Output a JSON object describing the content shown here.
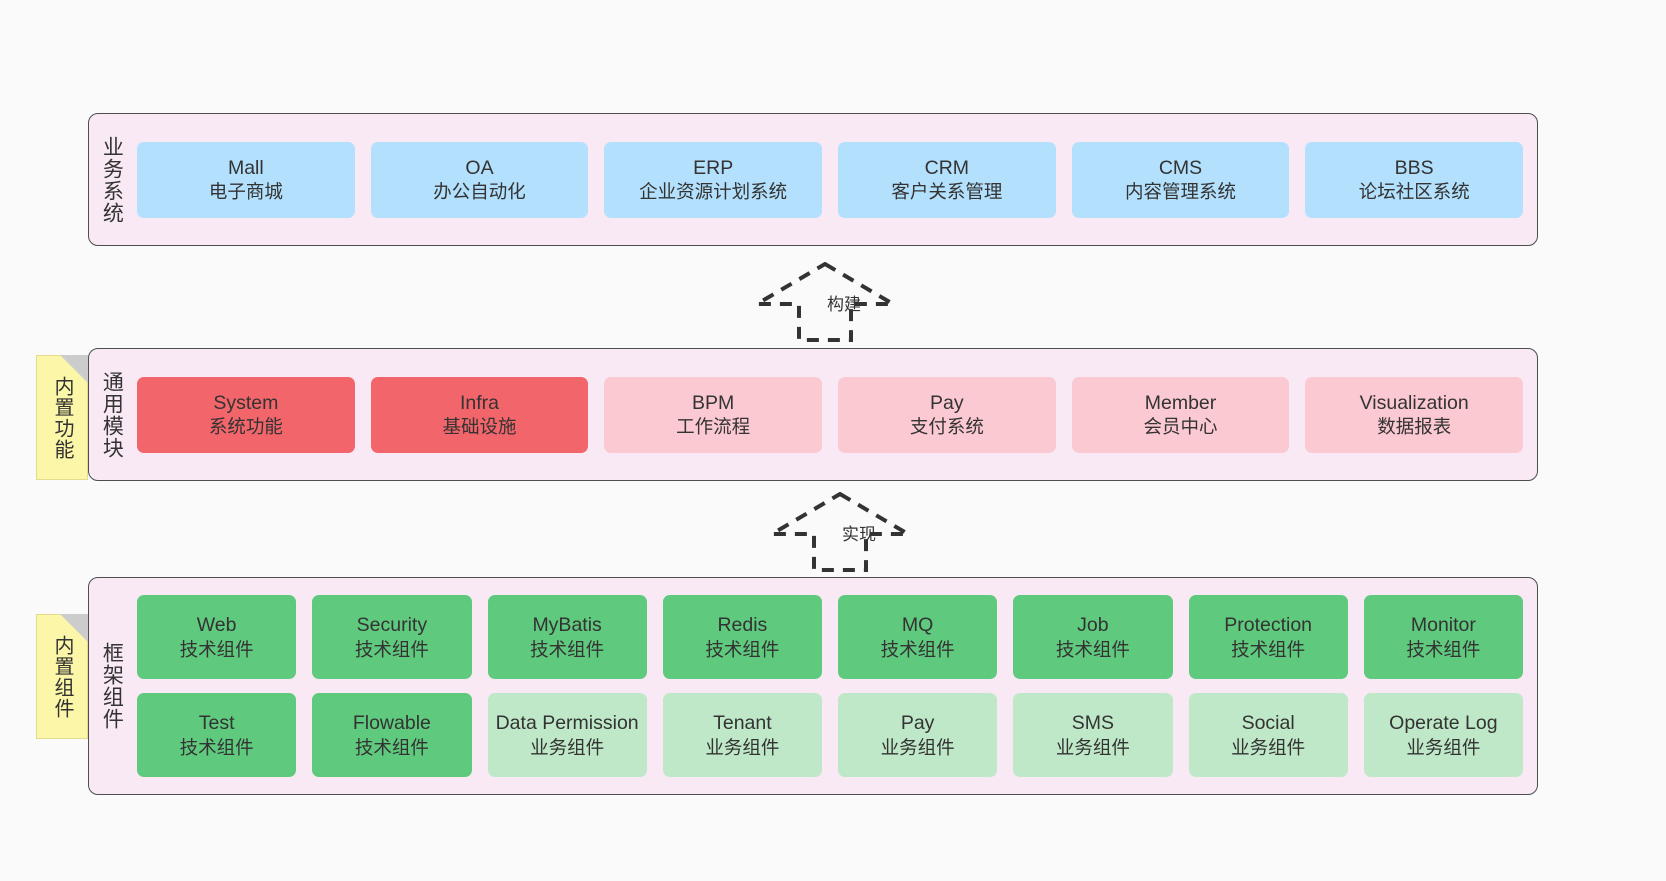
{
  "diagram": {
    "title": "",
    "background": "#fafafa",
    "colors": {
      "panel_bg": "#f8e9f4",
      "panel_border": "#4d4d4d",
      "blue": "#b3e0fc",
      "red": "#f2656a",
      "pink": "#fbc9d1",
      "green": "#5fc97e",
      "light_green": "#bfe8c8",
      "note_yellow": "#fbf6a8",
      "note_fold": "#cccccc",
      "text": "#333333"
    }
  },
  "layers": [
    {
      "id": "business-systems",
      "label": "业务系统",
      "note": null,
      "rows": [
        {
          "cards": [
            {
              "en": "Mall",
              "cn": "电子商城",
              "color": "blue"
            },
            {
              "en": "OA",
              "cn": "办公自动化",
              "color": "blue"
            },
            {
              "en": "ERP",
              "cn": "企业资源计划系统",
              "color": "blue"
            },
            {
              "en": "CRM",
              "cn": "客户关系管理",
              "color": "blue"
            },
            {
              "en": "CMS",
              "cn": "内容管理系统",
              "color": "blue"
            },
            {
              "en": "BBS",
              "cn": "论坛社区系统",
              "color": "blue"
            }
          ]
        }
      ]
    },
    {
      "id": "common-modules",
      "label": "通用模块",
      "note": "内置功能",
      "rows": [
        {
          "cards": [
            {
              "en": "System",
              "cn": "系统功能",
              "color": "red"
            },
            {
              "en": "Infra",
              "cn": "基础设施",
              "color": "red"
            },
            {
              "en": "BPM",
              "cn": "工作流程",
              "color": "pink"
            },
            {
              "en": "Pay",
              "cn": "支付系统",
              "color": "pink"
            },
            {
              "en": "Member",
              "cn": "会员中心",
              "color": "pink"
            },
            {
              "en": "Visualization",
              "cn": "数据报表",
              "color": "pink"
            }
          ]
        }
      ]
    },
    {
      "id": "framework-components",
      "label": "框架组件",
      "note": "内置组件",
      "rows": [
        {
          "cards": [
            {
              "en": "Web",
              "cn": "技术组件",
              "color": "green"
            },
            {
              "en": "Security",
              "cn": "技术组件",
              "color": "green"
            },
            {
              "en": "MyBatis",
              "cn": "技术组件",
              "color": "green"
            },
            {
              "en": "Redis",
              "cn": "技术组件",
              "color": "green"
            },
            {
              "en": "MQ",
              "cn": "技术组件",
              "color": "green"
            },
            {
              "en": "Job",
              "cn": "技术组件",
              "color": "green"
            },
            {
              "en": "Protection",
              "cn": "技术组件",
              "color": "green"
            },
            {
              "en": "Monitor",
              "cn": "技术组件",
              "color": "green"
            }
          ]
        },
        {
          "cards": [
            {
              "en": "Test",
              "cn": "技术组件",
              "color": "green"
            },
            {
              "en": "Flowable",
              "cn": "技术组件",
              "color": "green"
            },
            {
              "en": "Data Permission",
              "cn": "业务组件",
              "color": "light_green",
              "wrap": true
            },
            {
              "en": "Tenant",
              "cn": "业务组件",
              "color": "light_green"
            },
            {
              "en": "Pay",
              "cn": "业务组件",
              "color": "light_green"
            },
            {
              "en": "SMS",
              "cn": "业务组件",
              "color": "light_green"
            },
            {
              "en": "Social",
              "cn": "业务组件",
              "color": "light_green"
            },
            {
              "en": "Operate Log",
              "cn": "业务组件",
              "color": "light_green"
            }
          ]
        }
      ]
    }
  ],
  "connectors": [
    {
      "id": "build",
      "label": "构建",
      "from": "common-modules",
      "to": "business-systems",
      "style": "dashed-generalization"
    },
    {
      "id": "implement",
      "label": "实现",
      "from": "framework-components",
      "to": "common-modules",
      "style": "dashed-generalization"
    }
  ]
}
